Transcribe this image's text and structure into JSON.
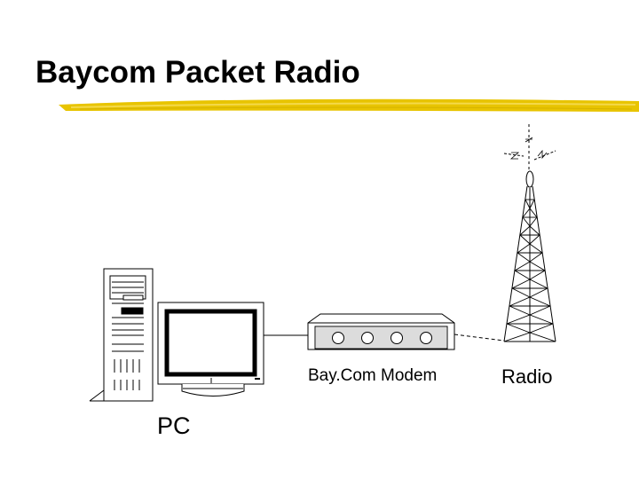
{
  "slide": {
    "title": "Baycom Packet Radio"
  },
  "diagram": {
    "labels": {
      "pc": "PC",
      "modem": "Bay.Com Modem",
      "radio": "Radio"
    },
    "connections": [
      {
        "from": "pc",
        "to": "modem",
        "style": "solid"
      },
      {
        "from": "modem",
        "to": "radio",
        "style": "dashed"
      }
    ],
    "colors": {
      "underline": "#e8c400",
      "line": "#000000"
    },
    "icons": {
      "pc": "computer-tower-and-monitor",
      "modem": "modem-box",
      "radio": "antenna-tower"
    }
  }
}
